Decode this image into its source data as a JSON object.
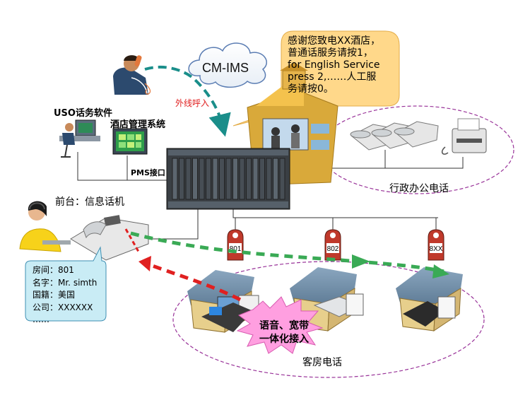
{
  "cloud": {
    "label": "CM-IMS"
  },
  "outside_call_label": "外线呼入",
  "greeting": {
    "lines": [
      "感谢您致电XX酒店，",
      "普通话服务请按1，",
      "for English Service",
      " press 2,……人工服",
      "务请按0。"
    ]
  },
  "uso_label": "USO话务软件",
  "hotel_system_label": "酒店管理系统",
  "pms_label": "PMS接口",
  "front_desk_label": "前台：信息话机",
  "admin_label": "行政办公电话",
  "guest_info": {
    "lines": [
      "房间：801",
      "名字：Mr. simth",
      "国籍：美国",
      "公司：XXXXXX",
      "……"
    ]
  },
  "room_tags": [
    "801",
    "802",
    "8XX"
  ],
  "burst": {
    "lines": [
      "语音、宽带",
      "一体化接入"
    ]
  },
  "guest_room_label": "客房电话",
  "colors": {
    "green_arrow": "#3aaa55",
    "red_arrow": "#e02020",
    "teal_arrow": "#1a8e8a",
    "ellipse_border": "#993399",
    "bubble_fill": "#ffd88a",
    "info_fill": "#c9ecf5",
    "burst_fill": "#ff9fe0"
  }
}
